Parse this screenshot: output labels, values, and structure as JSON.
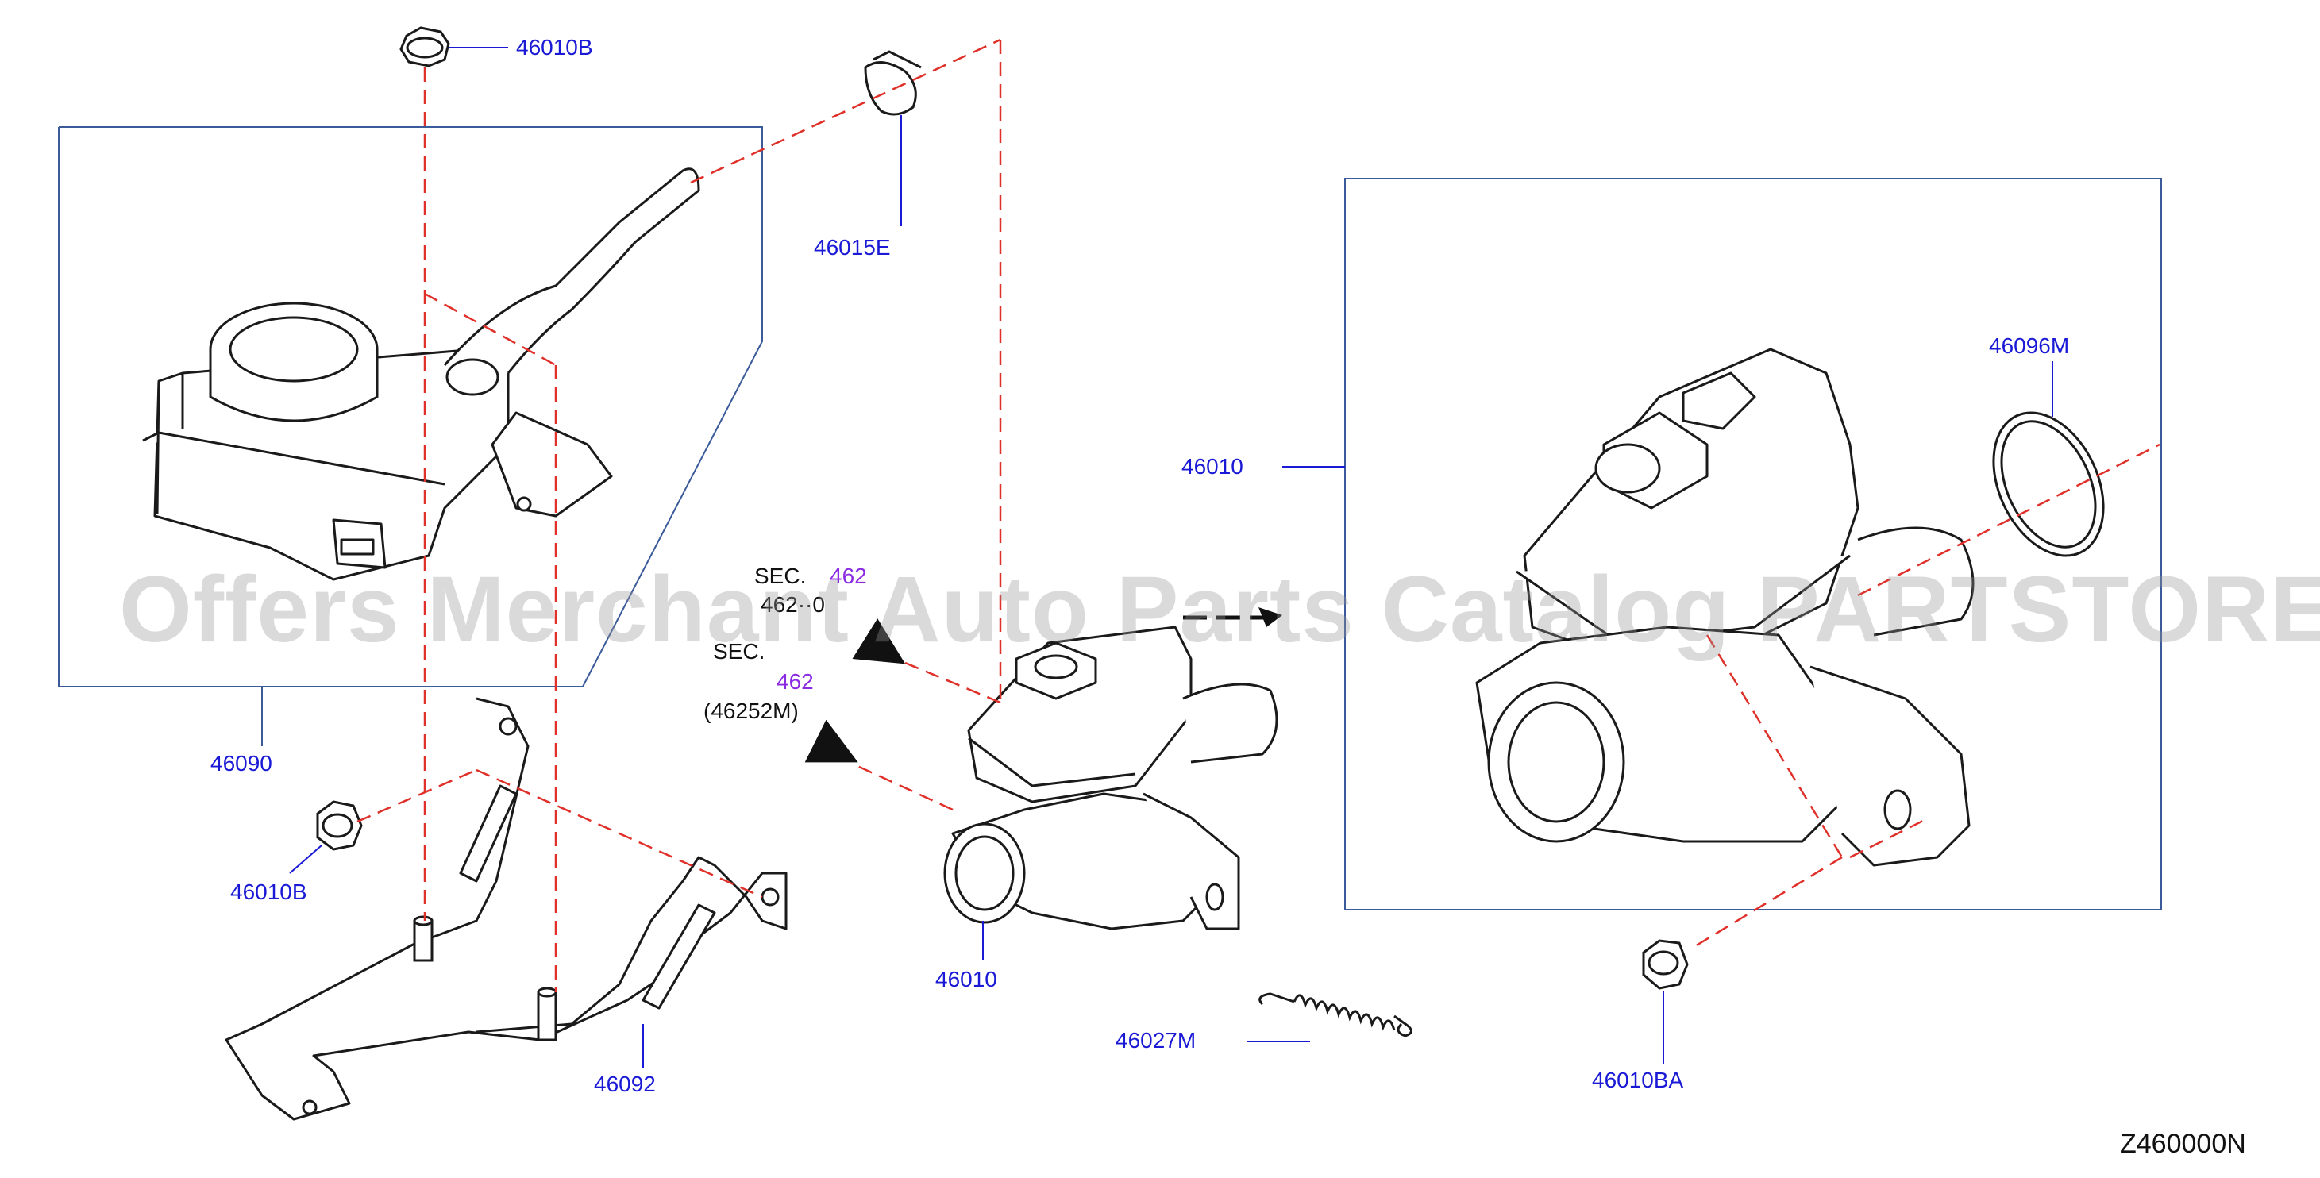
{
  "labels": {
    "p46010B_top": "46010B",
    "p46015E": "46015E",
    "p46090": "46090",
    "p46010B_left": "46010B",
    "p46092": "46092",
    "sec1_a": "SEC.",
    "sec1_b": "462",
    "sec1_c": "462··0",
    "sec2_a": "SEC.",
    "sec2_b": "462",
    "sec2_c": "(46252M)",
    "p46010_center": "46010",
    "p46027M": "46027M",
    "p46010_right": "46010",
    "p46096M": "46096M",
    "p46010BA": "46010BA"
  },
  "watermark": "Offers Merchant Auto Parts Catalog PARTSTORE.SA",
  "diagram_code": "Z460000N",
  "colors": {
    "callout": "#1a1ad6",
    "leader_dash": "#e0302a",
    "outline": "#1a1a1a",
    "frame": "#3a5a9a"
  }
}
